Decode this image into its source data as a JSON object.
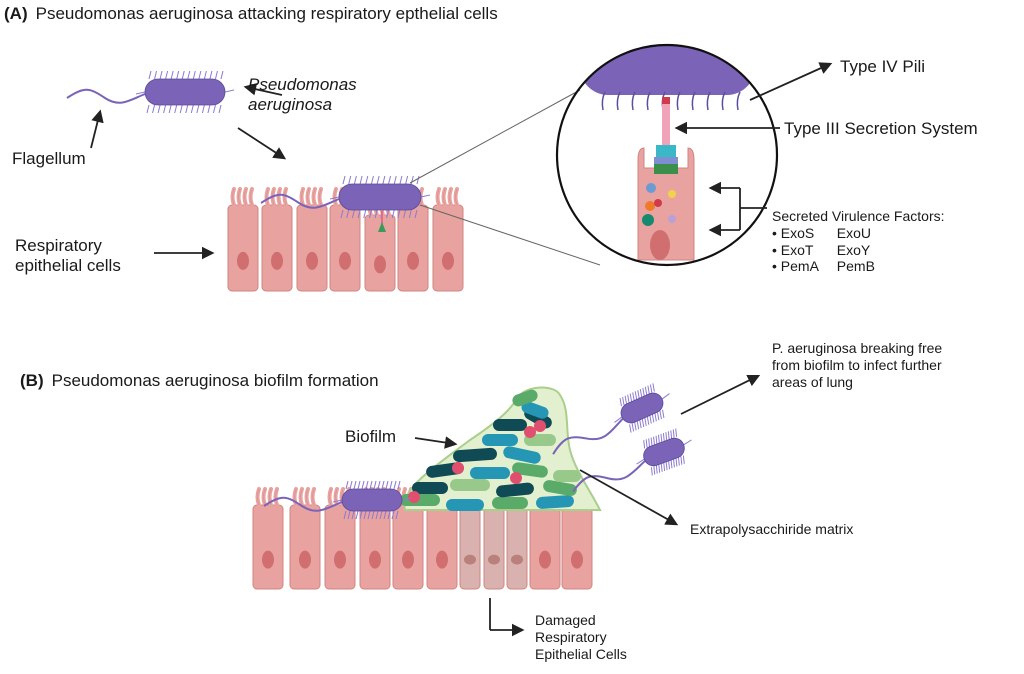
{
  "panels": {
    "a": {
      "letter": "(A)",
      "title": "Pseudomonas aeruginosa attacking respiratory epthelial cells",
      "labels": {
        "bacterium": [
          "Pseudomonas",
          "aeruginosa"
        ],
        "flagellum": "Flagellum",
        "epithelial": [
          "Respiratory",
          "epithelial cells"
        ],
        "pili": "Type IV Pili",
        "secretion": "Type III Secretion System",
        "virulence_heading": "Secreted Virulence Factors:",
        "virulence_factors": [
          [
            "ExoS",
            "ExoU"
          ],
          [
            "ExoT",
            "ExoY"
          ],
          [
            "PemA",
            "PemB"
          ]
        ],
        "bullet": "•"
      }
    },
    "b": {
      "letter": "(B)",
      "title": "Pseudomonas aeruginosa biofilm formation",
      "labels": {
        "biofilm": "Biofilm",
        "breaking_free": [
          "P. aeruginosa breaking free",
          "from biofilm to infect further",
          "areas of lung"
        ],
        "matrix": "Extrapolysacchiride matrix",
        "damaged": [
          "Damaged",
          "Respiratory",
          "Epithelial Cells"
        ]
      }
    }
  },
  "colors": {
    "bacterium": "#7b63b8",
    "bacterium_dark": "#5a4a96",
    "cell": "#e8a3a0",
    "cell_stroke": "#cf8682",
    "nucleus": "#d16f70",
    "damaged_cell": "#d9b2b0",
    "biofilm_matrix": "#e2f0cf",
    "biofilm_edge": "#a9cf8b",
    "rod_teal": "#2596b4",
    "rod_dark": "#0f4a55",
    "rod_green": "#5aab6a",
    "rod_lightgreen": "#98c98a",
    "rod_pink": "#e0506e",
    "arrow": "#222222"
  }
}
